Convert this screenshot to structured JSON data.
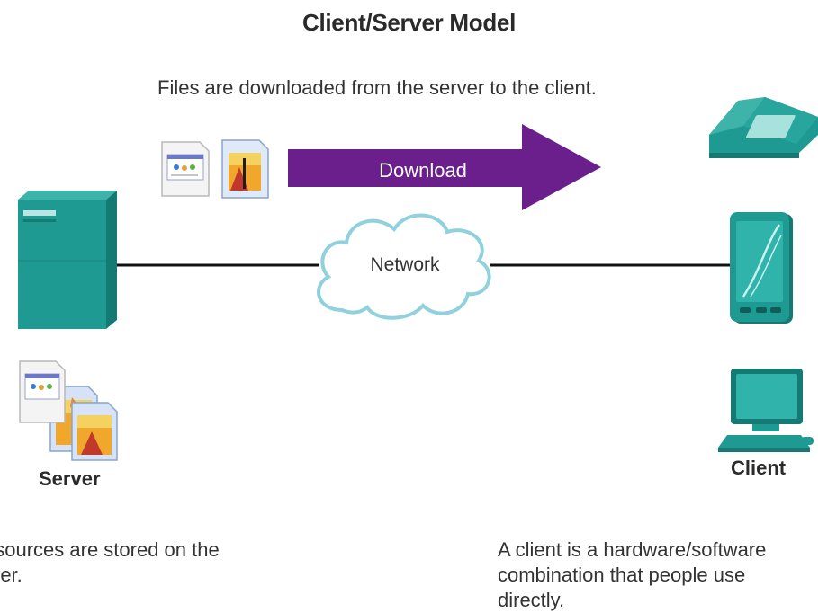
{
  "diagram": {
    "title": "Client/Server Model",
    "subtitle": "Files are downloaded from the server to the client.",
    "download_label": "Download",
    "network_label": "Network",
    "server_label": "Server",
    "client_label": "Client",
    "server_description": "esources are stored on the\nrver.",
    "client_description": "A client is a hardware/software\ncombination that people use\ndirectly."
  },
  "colors": {
    "teal": "#1f9a93",
    "teal_dark": "#157a74",
    "arrow_purple": "#6a1f8c",
    "cloud_stroke": "#8fd1dc",
    "line": "#111111"
  },
  "icons": [
    "server-icon",
    "file-icon",
    "network-cloud",
    "phone-icon",
    "tablet-icon",
    "computer-icon"
  ]
}
